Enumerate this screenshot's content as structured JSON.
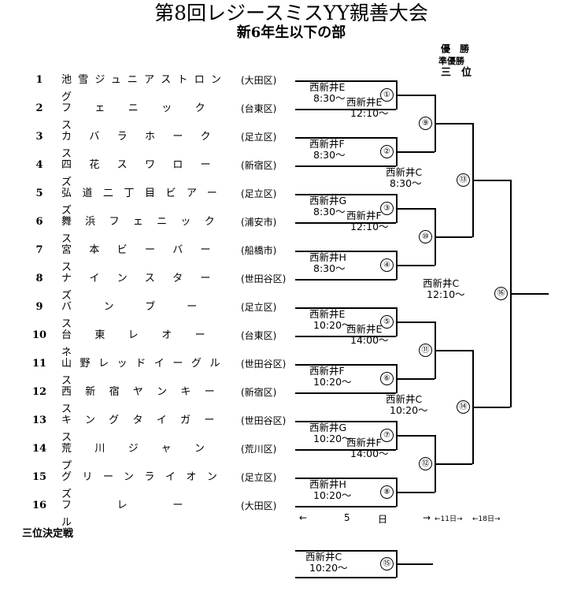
{
  "header": {
    "title": "第8回レジースミスYY親善大会",
    "subtitle": "新6年生以下の部"
  },
  "legend": {
    "champion": "優　勝",
    "runner_up": "準優勝",
    "third": "三　位"
  },
  "teams": [
    {
      "num": "1",
      "name": "池雪ジュニアストロング",
      "area": "(大田区)"
    },
    {
      "num": "2",
      "name": "フェニックス",
      "area": "(台東区)"
    },
    {
      "num": "3",
      "name": "カバラホークス",
      "area": "(足立区)"
    },
    {
      "num": "4",
      "name": "四花スワローズ",
      "area": "(新宿区)"
    },
    {
      "num": "5",
      "name": "弘道二丁目ビアーズ",
      "area": "(足立区)"
    },
    {
      "num": "6",
      "name": "舞浜フェニックス",
      "area": "(浦安市)"
    },
    {
      "num": "7",
      "name": "宮本ビーバース",
      "area": "(船橋市)"
    },
    {
      "num": "8",
      "name": "ナインスターズ",
      "area": "(世田谷区)"
    },
    {
      "num": "9",
      "name": "バンブース",
      "area": "(足立区)"
    },
    {
      "num": "10",
      "name": "台東レオーネ",
      "area": "(台東区)"
    },
    {
      "num": "11",
      "name": "山野レッドイーグルス",
      "area": "(世田谷区)"
    },
    {
      "num": "12",
      "name": "西新宿ヤンキース",
      "area": "(新宿区)"
    },
    {
      "num": "13",
      "name": "キングタイガース",
      "area": "(世田谷区)"
    },
    {
      "num": "14",
      "name": "荒川ジャンプ",
      "area": "(荒川区)"
    },
    {
      "num": "15",
      "name": "グリーンライオンズ",
      "area": "(足立区)"
    },
    {
      "num": "16",
      "name": "フレール",
      "area": "(大田区)"
    }
  ],
  "venues": [
    {
      "place": "西新井E",
      "time": "8:30～"
    },
    {
      "place": "西新井E",
      "time": "12:10～"
    },
    {
      "place": "西新井F",
      "time": "8:30～"
    },
    {
      "place": "西新井C",
      "time": "8:30～"
    },
    {
      "place": "西新井G",
      "time": "8:30～"
    },
    {
      "place": "西新井F",
      "time": "12:10～"
    },
    {
      "place": "西新井H",
      "time": "8:30～"
    },
    {
      "place": "西新井C",
      "time": "12:10～"
    },
    {
      "place": "西新井E",
      "time": "10:20～"
    },
    {
      "place": "西新井E",
      "time": "14:00～"
    },
    {
      "place": "西新井F",
      "time": "10:20～"
    },
    {
      "place": "西新井C",
      "time": "10:20～"
    },
    {
      "place": "西新井G",
      "time": "10:20～"
    },
    {
      "place": "西新井F",
      "time": "14:00～"
    },
    {
      "place": "西新井H",
      "time": "10:20～"
    },
    {
      "place": "西新井C",
      "time": "10:20～"
    }
  ],
  "games": [
    "①",
    "②",
    "③",
    "④",
    "⑤",
    "⑥",
    "⑦",
    "⑧",
    "⑨",
    "⑩",
    "⑪",
    "⑫",
    "⑬",
    "⑭",
    "⑮",
    "⑯"
  ],
  "days": {
    "left_arrow": "←",
    "day1_num": "5",
    "day1_unit": "日",
    "right_arrow": "→",
    "day2": "←11日→",
    "day3": "←18日→"
  },
  "third_place": {
    "label": "三位決定戦"
  }
}
